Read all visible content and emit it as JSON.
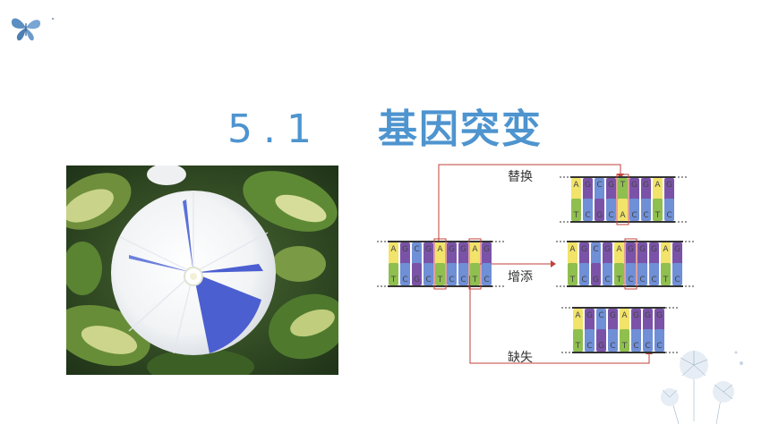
{
  "slide": {
    "title_number": "5.1",
    "title_text": "基因突变"
  },
  "photo": {
    "subject": "blue-white morning glory flower"
  },
  "diagram": {
    "original": {
      "top": [
        "A",
        "G",
        "C",
        "G",
        "A",
        "G",
        "G",
        "A",
        "G"
      ],
      "bottom": [
        "T",
        "C",
        "G",
        "C",
        "T",
        "C",
        "C",
        "T",
        "C"
      ]
    },
    "substitution": {
      "label": "替换",
      "top": [
        "A",
        "G",
        "C",
        "G",
        "T",
        "G",
        "G",
        "A",
        "G"
      ],
      "bottom": [
        "T",
        "C",
        "G",
        "C",
        "A",
        "C",
        "C",
        "T",
        "C"
      ]
    },
    "insertion": {
      "label": "增添",
      "top": [
        "A",
        "G",
        "C",
        "G",
        "A",
        "G",
        "G",
        "G",
        "A",
        "G"
      ],
      "bottom": [
        "T",
        "C",
        "G",
        "C",
        "T",
        "C",
        "C",
        "C",
        "T",
        "C"
      ]
    },
    "deletion": {
      "label": "缺失",
      "top": [
        "A",
        "G",
        "C",
        "G",
        "A",
        "G",
        "G",
        "G"
      ],
      "bottom": [
        "T",
        "C",
        "G",
        "C",
        "T",
        "C",
        "C",
        "C"
      ]
    }
  },
  "colors": {
    "title": "#4e94cf",
    "A": "#f2e36a",
    "T": "#8fbf4f",
    "G": "#7a53a8",
    "C": "#6f8fd6",
    "arrow": "#c0423a"
  },
  "icons": {
    "logo": "butterfly-icon",
    "decoration": "dandelion-illustration"
  }
}
